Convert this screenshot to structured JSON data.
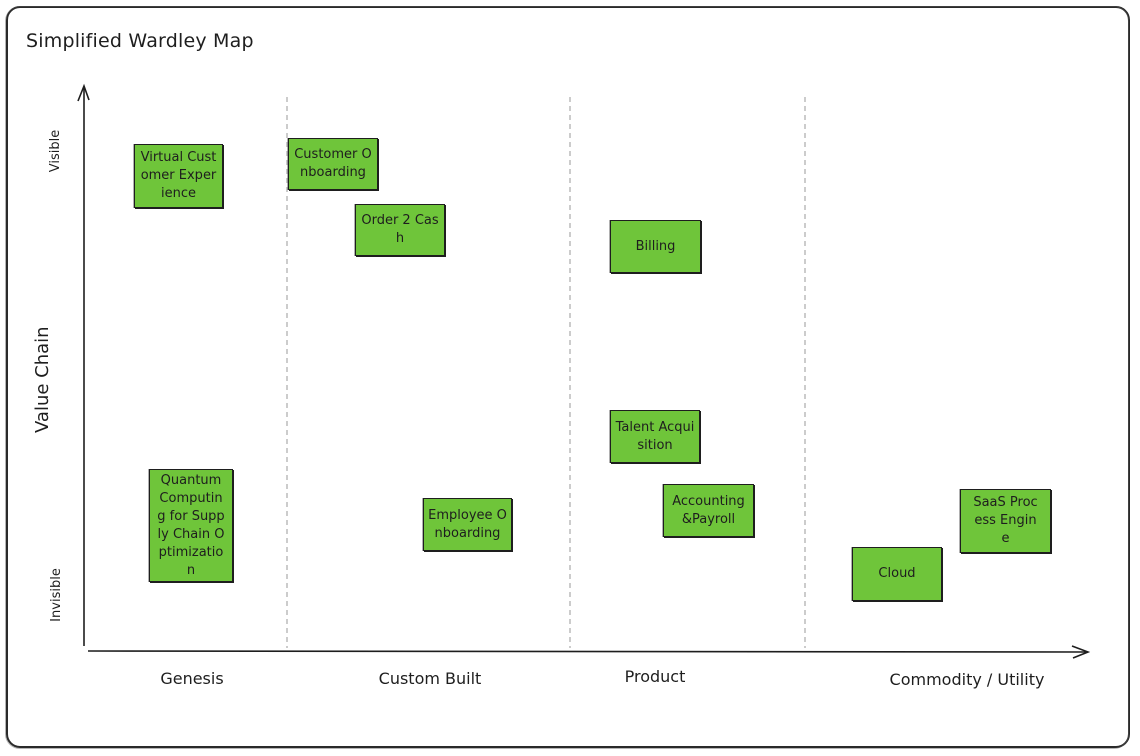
{
  "title": "Simplified Wardley Map",
  "y_axis": {
    "label": "Value Chain",
    "top": "Visible",
    "bottom": "Invisible"
  },
  "x_axis": {
    "stages": [
      "Genesis",
      "Custom Built",
      "Product",
      "Commodity / Utility"
    ]
  },
  "components": [
    {
      "id": "virtual-customer-experience",
      "text": "Virtual Customer Experience",
      "stage": "Genesis"
    },
    {
      "id": "customer-onboarding",
      "text": "Customer Onboarding",
      "stage": "Custom Built"
    },
    {
      "id": "order-2-cash",
      "text": "Order 2 Cash",
      "stage": "Custom Built"
    },
    {
      "id": "billing",
      "text": "Billing",
      "stage": "Product"
    },
    {
      "id": "talent-acquisition",
      "text": "Talent Acquisition",
      "stage": "Product"
    },
    {
      "id": "quantum-computing",
      "text": "Quantum Computing for Supply Chain Optimization",
      "stage": "Genesis"
    },
    {
      "id": "employee-onboarding",
      "text": "Employee Onboarding",
      "stage": "Custom Built"
    },
    {
      "id": "accounting-payroll",
      "text": "Accounting &Payroll",
      "stage": "Product"
    },
    {
      "id": "saas-process-engine",
      "text": "SaaS Process Engine",
      "stage": "Commodity / Utility"
    },
    {
      "id": "cloud",
      "text": "Cloud",
      "stage": "Commodity / Utility"
    }
  ],
  "colors": {
    "note_fill": "#6fc53a",
    "stroke": "#1e1e1e",
    "divider": "#9a9a9a"
  }
}
